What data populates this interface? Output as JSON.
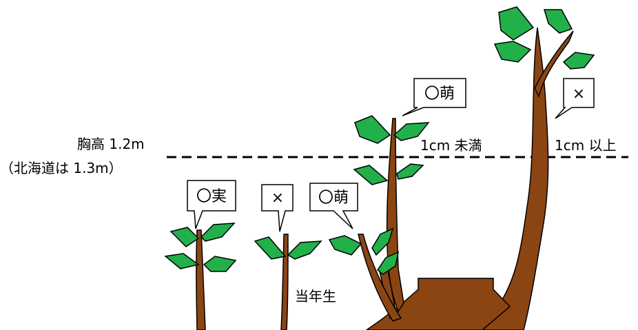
{
  "colors": {
    "trunk": "#8B4513",
    "leaf": "#22B04B",
    "outline": "#000000",
    "background": "#ffffff"
  },
  "reference_line": {
    "label_main": "胸高 1.2m",
    "label_note": "（北海道は 1.3m）"
  },
  "callouts": {
    "fruit": "〇実",
    "cross_small": "×",
    "sprout_low": "〇萌",
    "sprout_high": "〇萌",
    "cross_big": "×"
  },
  "labels": {
    "current_year": "当年生",
    "under_1cm": "1cm 未満",
    "over_1cm": "1cm 以上"
  }
}
